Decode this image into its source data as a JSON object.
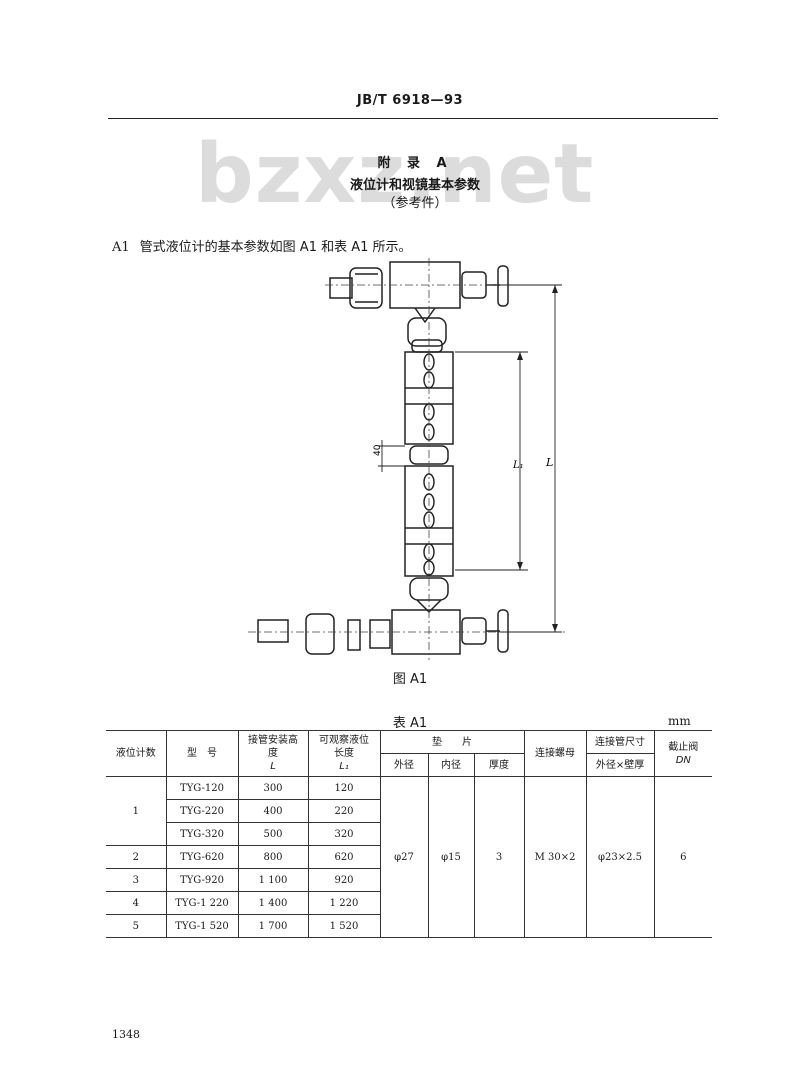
{
  "header": {
    "standard_no": "JB/T 6918—93"
  },
  "watermark": {
    "text": "bzxz.net"
  },
  "appendix": {
    "label": "附 录 A",
    "title": "液位计和视镜基本参数",
    "note": "（参考件）"
  },
  "section": {
    "number": "A1",
    "text": "管式液位计的基本参数如图 A1 和表 A1 所示。"
  },
  "figure": {
    "caption": "图 A1",
    "dim_40": "40",
    "dim_L1": "L₁",
    "dim_L": "L"
  },
  "table": {
    "caption": "表 A1",
    "unit": "mm",
    "headers": {
      "count": "液位计数",
      "model": "型　号",
      "height_label": "接管安装高度",
      "height_sym": "L",
      "length_label": "可观察液位长度",
      "length_sym": "L₁",
      "gasket": "垫　　片",
      "gasket_od": "外径",
      "gasket_id": "内径",
      "gasket_thk": "厚度",
      "nut": "连接螺母",
      "pipe": "连接管尺寸",
      "pipe_sub": "外径×壁厚",
      "valve": "截止阀",
      "valve_sym": "DN"
    },
    "rows": [
      {
        "count": "1",
        "model": "TYG-120",
        "height": "300",
        "length": "120"
      },
      {
        "count": "",
        "model": "TYG-220",
        "height": "400",
        "length": "220"
      },
      {
        "count": "",
        "model": "TYG-320",
        "height": "500",
        "length": "320"
      },
      {
        "count": "2",
        "model": "TYG-620",
        "height": "800",
        "length": "620"
      },
      {
        "count": "3",
        "model": "TYG-920",
        "height": "1 100",
        "length": "920"
      },
      {
        "count": "4",
        "model": "TYG-1 220",
        "height": "1 400",
        "length": "1 220"
      },
      {
        "count": "5",
        "model": "TYG-1 520",
        "height": "1 700",
        "length": "1 520"
      }
    ],
    "shared": {
      "gasket_od": "φ27",
      "gasket_id": "φ15",
      "gasket_thk": "3",
      "nut": "M 30×2",
      "pipe": "φ23×2.5",
      "valve": "6"
    }
  },
  "page_number": "1348"
}
